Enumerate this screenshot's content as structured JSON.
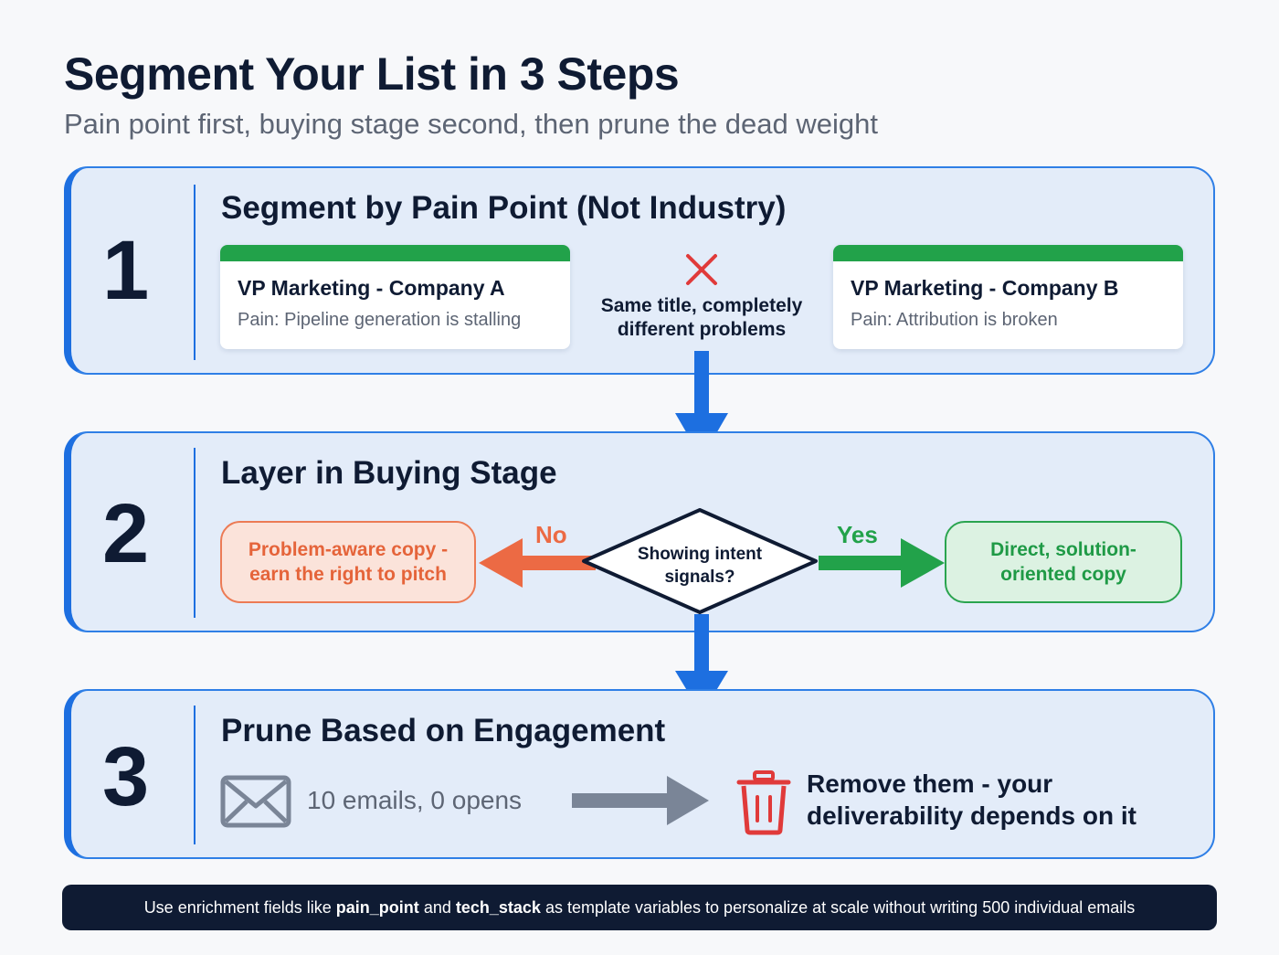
{
  "header": {
    "title": "Segment Your List in 3 Steps",
    "subtitle": "Pain point first, buying stage second, then prune the dead weight"
  },
  "step1": {
    "number": "1",
    "title": "Segment by Pain Point (Not Industry)",
    "card_a": {
      "title": "VP Marketing - Company A",
      "pain": "Pain: Pipeline generation is stalling"
    },
    "card_b": {
      "title": "VP Marketing - Company B",
      "pain": "Pain: Attribution is broken"
    },
    "comparison_icon": "x-mark-icon",
    "comparison_note": "Same title, completely different problems"
  },
  "step2": {
    "number": "2",
    "title": "Layer in Buying Stage",
    "decision": "Showing intent signals?",
    "no_label": "No",
    "yes_label": "Yes",
    "no_outcome": "Problem-aware copy - earn the right to pitch",
    "yes_outcome": "Direct, solution-oriented copy"
  },
  "step3": {
    "number": "3",
    "title": "Prune Based on Engagement",
    "icon": "envelope-icon",
    "engagement": "10 emails, 0 opens",
    "action_icon": "trash-icon",
    "action": "Remove them - your deliverability depends on it"
  },
  "footer": {
    "prefix": "Use enrichment fields like ",
    "field1": "pain_point",
    "middle": " and ",
    "field2": "tech_stack",
    "suffix": " as template variables to personalize at scale without writing 500 individual emails"
  },
  "colors": {
    "accent_blue": "#1d6fe0",
    "green": "#22a24a",
    "orange": "#ec6a44",
    "red": "#e03a3a",
    "navy": "#0f1b33"
  }
}
